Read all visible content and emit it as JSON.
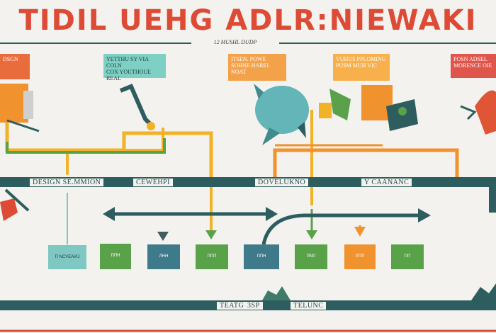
{
  "title": "TIDIL UEHG ADLR:NIEWAKI",
  "subtitle": "12 MUSHL DUDP",
  "notes": {
    "top_left": "DSGN",
    "teal": "YETTHU SY VIA COLN\nCOX YOUTHOUE REAL",
    "orange_center": "ITSEN. POWE\nSOHNE HAREI\nNOAT",
    "orange_right": "VUHUS PPLOMING\nPUSM MUH VIC",
    "red_right": "POSN ADSEL\nMORENCE OIE"
  },
  "lanes": {
    "top": [
      "DESIGN SE.MMION",
      "CEWEHPI",
      "DOVELUKNO",
      "Y CAANANC"
    ],
    "bottom": [
      "TEATG",
      "3SP",
      "TELUNC"
    ]
  },
  "cards": [
    {
      "label": "Π NCVEAVIJ",
      "color": "#7fc7c3"
    },
    {
      "label": "ПΠH",
      "color": "#5aa24a"
    },
    {
      "label": "ЛHH",
      "color": "#3f7a8a"
    },
    {
      "label": "ΠΠΠ",
      "color": "#5aa24a"
    },
    {
      "label": "ΠΠH",
      "color": "#3f7a8a"
    },
    {
      "label": "ΠNΠ",
      "color": "#5aa24a"
    },
    {
      "label": "ΠΠΠ",
      "color": "#f0922e"
    },
    {
      "label": "ΠΠ",
      "color": "#5aa24a"
    }
  ],
  "colors": {
    "title_red": "#dd4a36",
    "teal_dark": "#2e5d5f",
    "green": "#5aa24a",
    "orange": "#f0922e",
    "yellow": "#f2b227"
  },
  "icons": [
    "paint-brush-icon",
    "robot-arm-icon",
    "turtle-icon",
    "cannon-icon",
    "hammer-icon",
    "rocket-icon",
    "sauropod-icon"
  ]
}
